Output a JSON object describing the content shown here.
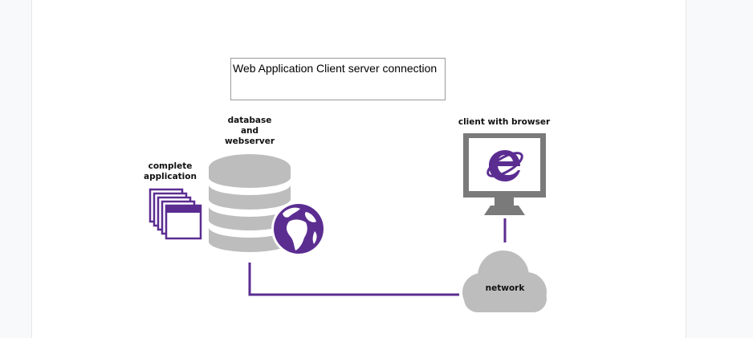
{
  "title": "Web Application Client server connection",
  "labels": {
    "database": [
      "database",
      "and",
      "webserver"
    ],
    "application": [
      "complete",
      "application"
    ],
    "client": "client with browser",
    "network": "network"
  },
  "colors": {
    "accent": "#5b2d91",
    "gray": "#bdbdbd",
    "dark_gray": "#7a7a7a"
  },
  "icons": [
    "app-windows-icon",
    "database-icon",
    "globe-icon",
    "monitor-icon",
    "browser-e-icon",
    "cloud-icon"
  ]
}
